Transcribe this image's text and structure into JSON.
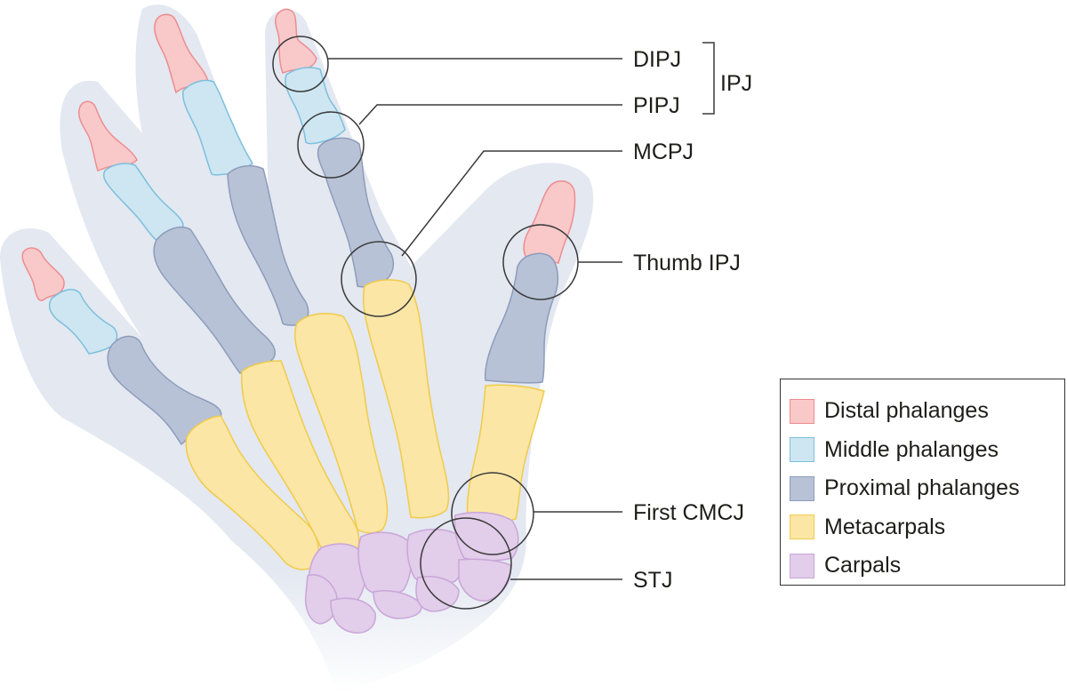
{
  "labels": {
    "dipj": "DIPJ",
    "pipj": "PIPJ",
    "ipj": "IPJ",
    "mcpj": "MCPJ",
    "thumb_ipj": "Thumb IPJ",
    "first_cmcj": "First CMCJ",
    "stj": "STJ"
  },
  "legend": {
    "items": [
      {
        "label": "Distal phalanges",
        "fill": "#f9c9c9",
        "stroke": "#ee8c8f"
      },
      {
        "label": "Middle phalanges",
        "fill": "#cde6f2",
        "stroke": "#7dbfdc"
      },
      {
        "label": "Proximal phalanges",
        "fill": "#b7c2d6",
        "stroke": "#8e9cbb"
      },
      {
        "label": "Metacarpals",
        "fill": "#fbe6a6",
        "stroke": "#f1cb4a"
      },
      {
        "label": "Carpals",
        "fill": "#e2cdea",
        "stroke": "#c9a6d8"
      }
    ]
  },
  "colors": {
    "skin": "#e3e8f1",
    "joint_circle": "#3a3a3a",
    "leader_line": "#3a3a3a"
  }
}
